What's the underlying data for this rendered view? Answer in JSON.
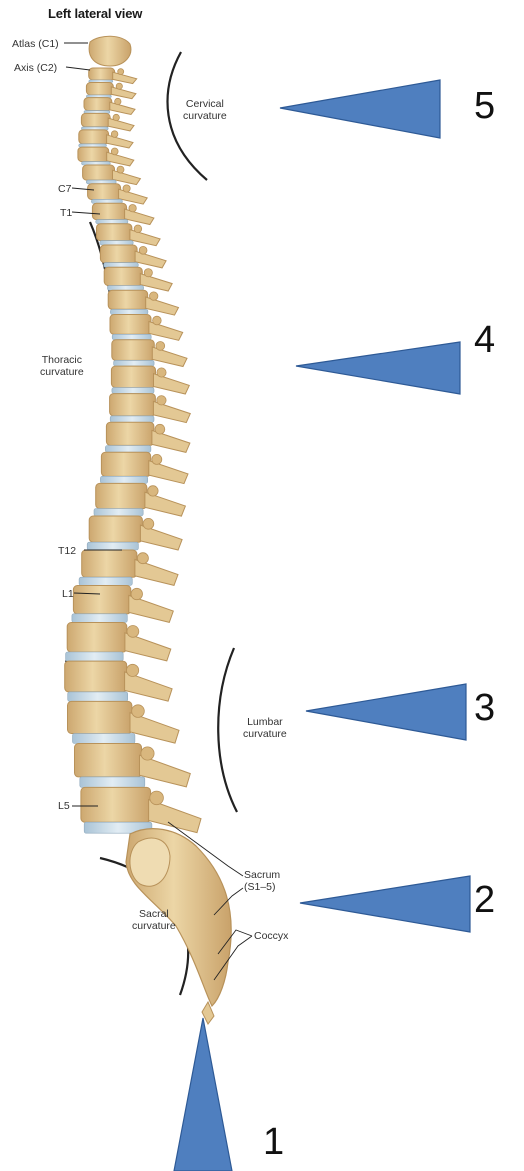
{
  "title": "Left lateral view",
  "labels": {
    "atlas": "Atlas (C1)",
    "axis": "Axis (C2)",
    "c7": "C7",
    "t1": "T1",
    "t12": "T12",
    "l1": "L1",
    "l5": "L5",
    "cervical": [
      "Cervical",
      "curvature"
    ],
    "thoracic": [
      "Thoracic",
      "curvature"
    ],
    "lumbar": [
      "Lumbar",
      "curvature"
    ],
    "sacral": [
      "Sacral",
      "curvature"
    ],
    "sacrum": [
      "Sacrum",
      "(S1–5)"
    ],
    "coccyx": "Coccyx"
  },
  "markers": [
    "5",
    "4",
    "3",
    "2",
    "1"
  ],
  "colors": {
    "marker_fill": "#4f7fbf",
    "marker_stroke": "#2e5a96",
    "bone": "#e3c894",
    "bone_shadow": "#b8925a",
    "disc": "#c6d8e6",
    "line": "#222222"
  }
}
